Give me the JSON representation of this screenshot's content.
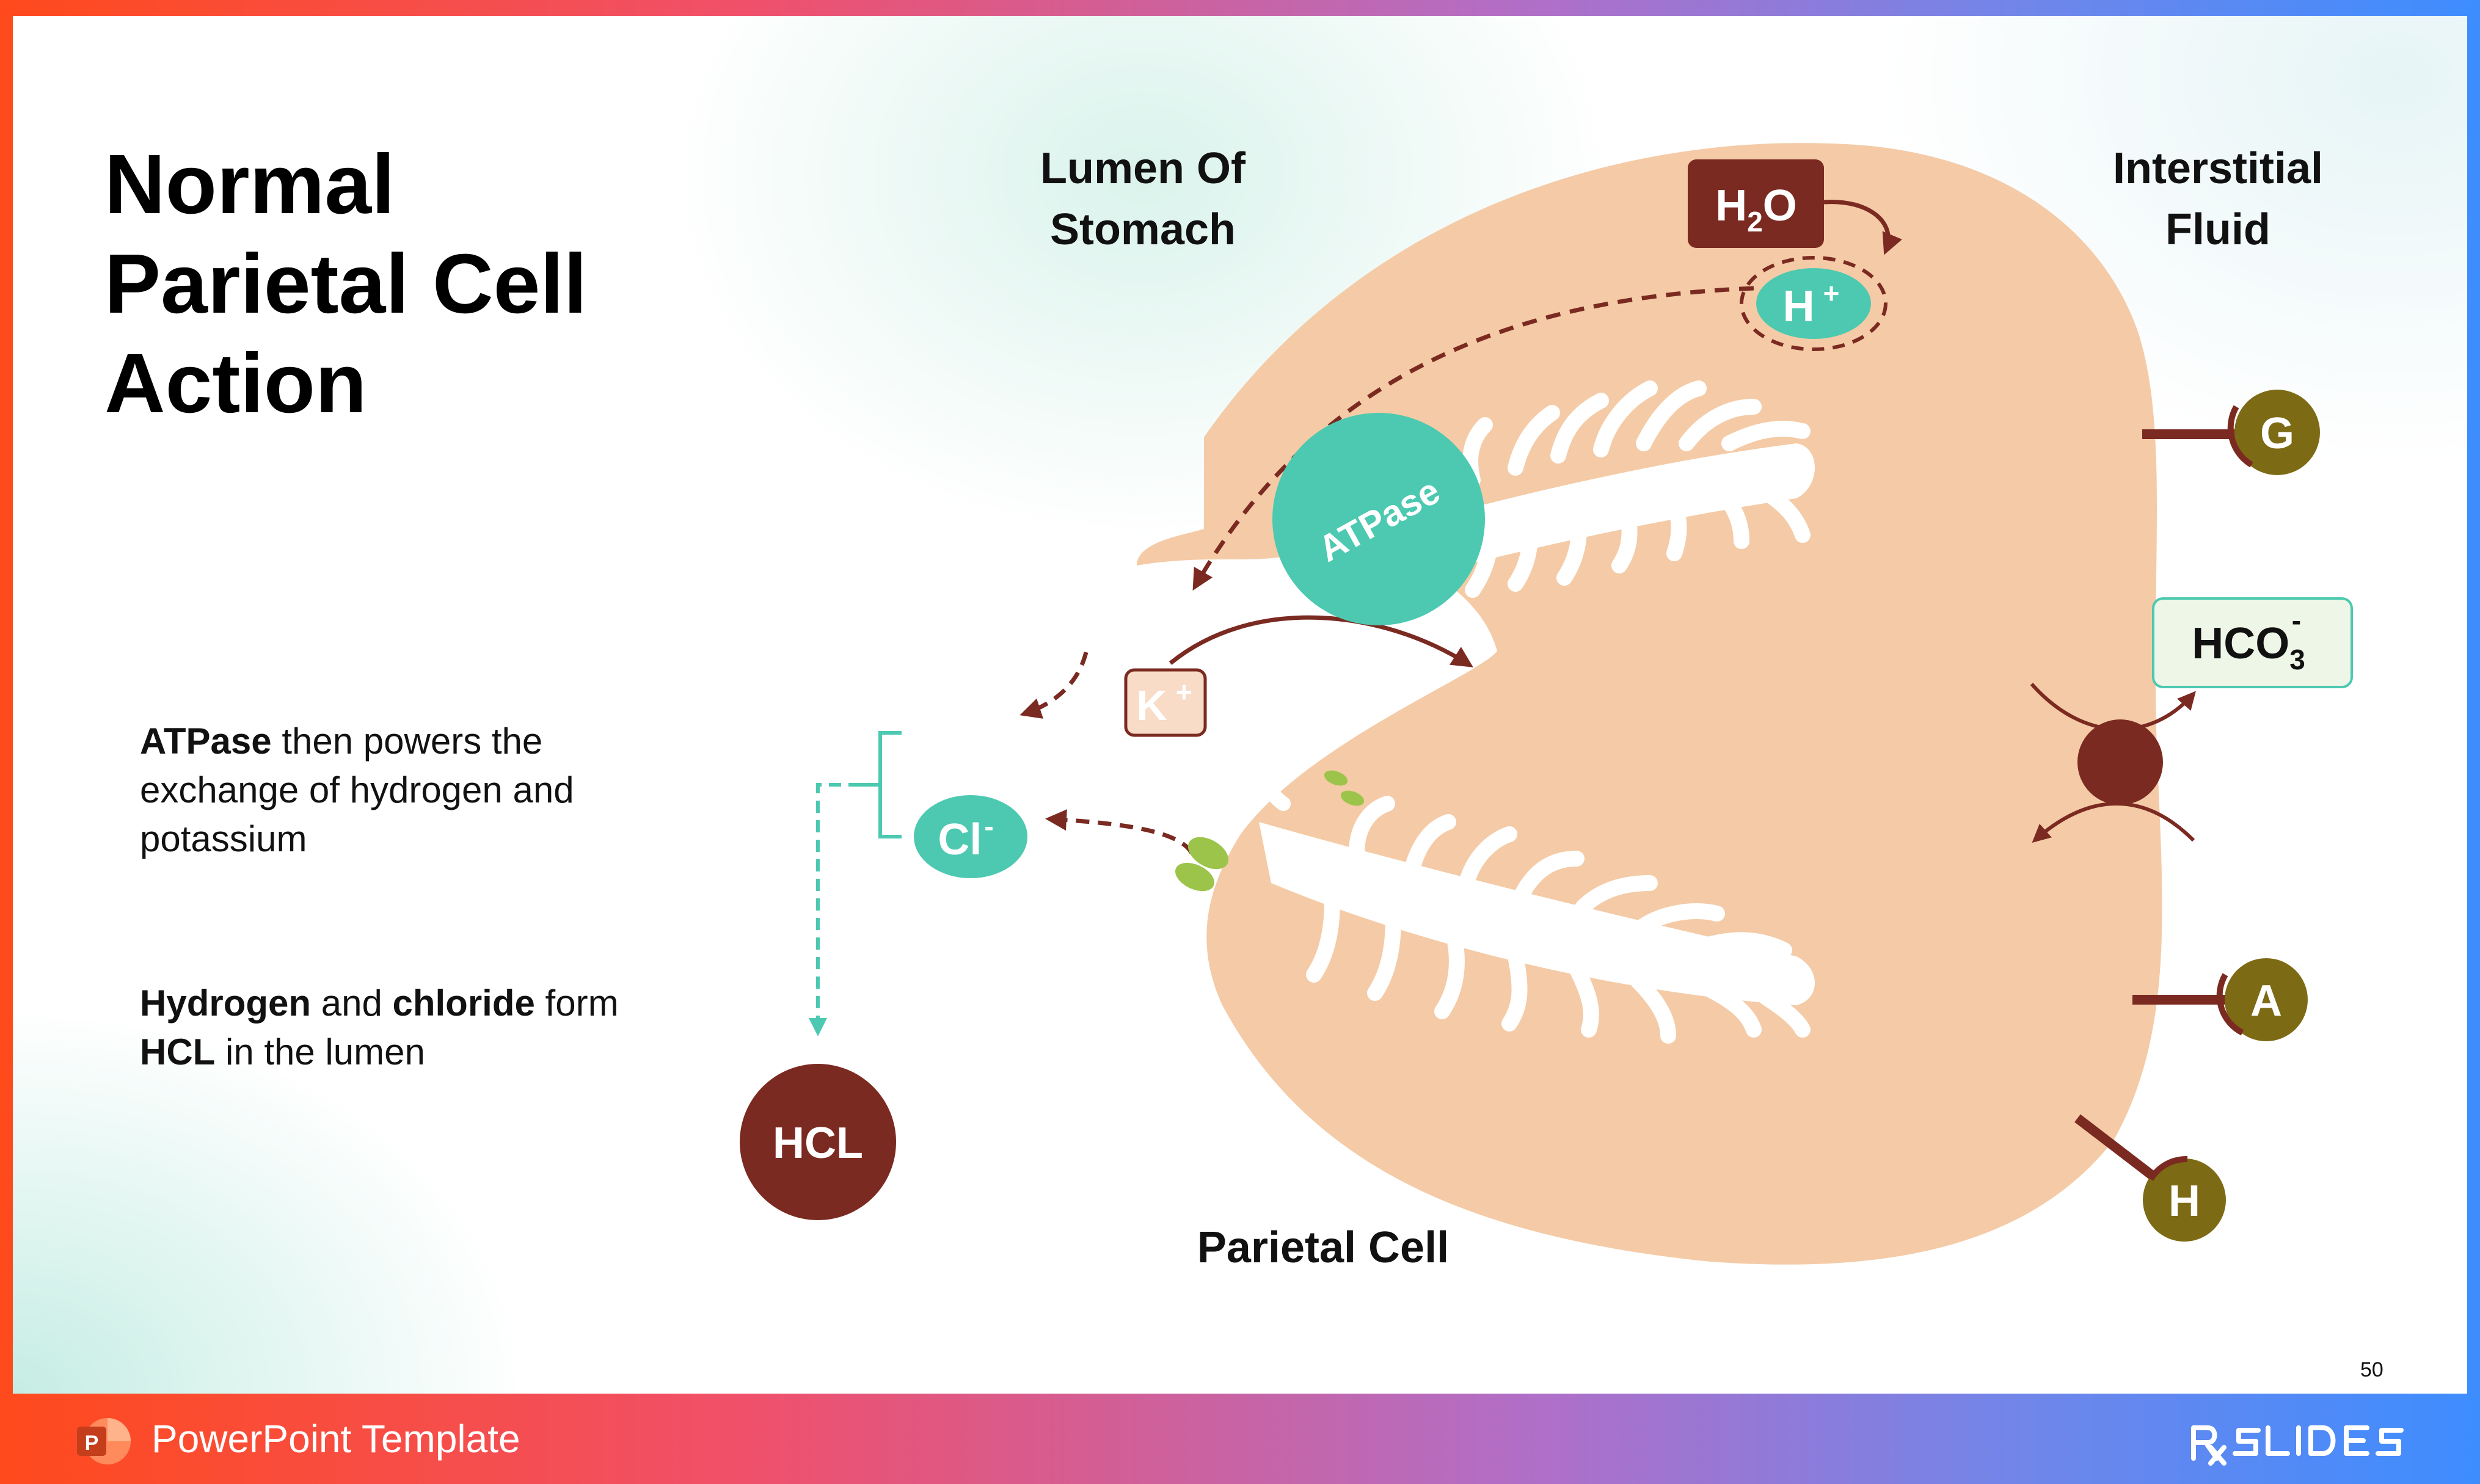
{
  "slide": {
    "title_lines": [
      "Normal",
      "Parietal Cell",
      "Action"
    ],
    "paragraph1": {
      "bold": "ATPase",
      "rest": " then powers the exchange of hydrogen and potassium"
    },
    "paragraph2": {
      "b1": "Hydrogen",
      "t1": " and ",
      "b2": "chloride",
      "t2": " form ",
      "b3": "HCL",
      "t3": " in the lumen"
    },
    "labels": {
      "lumen": [
        "Lumen Of",
        "Stomach"
      ],
      "interstitial": [
        "Interstitial",
        "Fluid"
      ],
      "parietal_cell": "Parietal Cell"
    },
    "molecules": {
      "h2o_base": "H",
      "h2o_sub": "2",
      "h2o_tail": "O",
      "h_plus": "H",
      "plus": "+",
      "k_plus": "K",
      "atpase": "ATPase",
      "cl": "Cl",
      "minus": "-",
      "hcl": "HCL",
      "hco3_base": "HCO",
      "hco3_sub": "3",
      "receptors": [
        "G",
        "A",
        "H"
      ]
    },
    "page_number": "50"
  },
  "footer": {
    "app_icon_letter": "P",
    "template_label": "PowerPoint Template",
    "brand_logo": "RX SLIDES"
  },
  "colors": {
    "cell": "#f4cba6",
    "teal": "#4cc9b0",
    "maroon": "#7b2a21",
    "olive": "#7d6a14",
    "green": "#9cc44a",
    "hco3_fill": "#eef6e8",
    "k_fill": "#f8dcc7"
  }
}
